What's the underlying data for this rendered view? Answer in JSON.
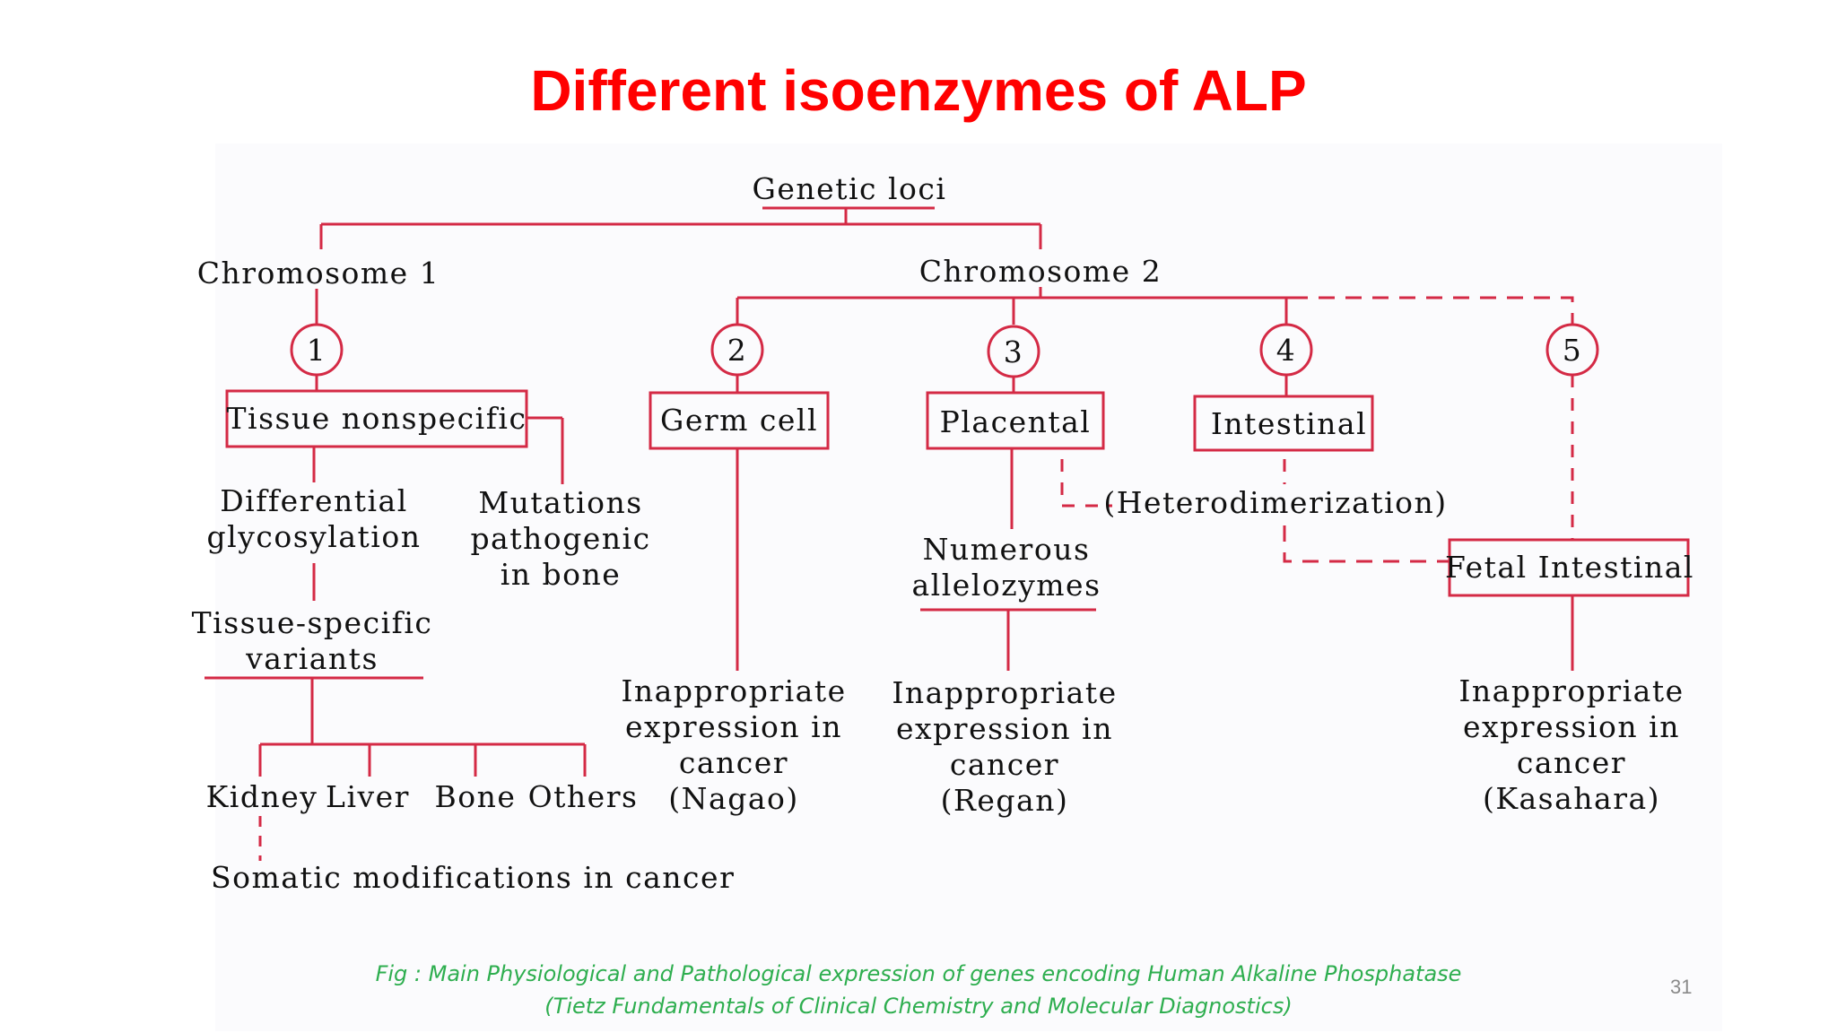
{
  "slide": {
    "title": "Different isoenzymes of ALP",
    "caption_line1": "Fig : Main Physiological and Pathological expression of genes encoding Human Alkaline Phosphatase",
    "caption_line2": "(Tietz Fundamentals of Clinical Chemistry and Molecular Diagnostics)",
    "page_number": "31"
  },
  "colors": {
    "title": "#ff0000",
    "lines": "#d42a45",
    "caption": "#2eae4f"
  },
  "diagram": {
    "root": "Genetic loci",
    "chromosome1": "Chromosome 1",
    "chromosome2": "Chromosome 2",
    "loci": [
      "1",
      "2",
      "3",
      "4",
      "5"
    ],
    "tissue_nonspecific": "Tissue nonspecific",
    "germ_cell": "Germ cell",
    "placental": "Placental",
    "intestinal": "Intestinal",
    "fetal_intestinal": "Fetal Intestinal",
    "differential": [
      "Differential",
      "glycosylation"
    ],
    "mutations": [
      "Mutations",
      "pathogenic",
      "in bone"
    ],
    "tissue_specific": [
      "Tissue-specific",
      "variants"
    ],
    "tissues": [
      "Kidney",
      "Liver",
      "Bone",
      "Others"
    ],
    "somatic": "Somatic modifications in cancer",
    "numerous": [
      "Numerous",
      "allelozymes"
    ],
    "heterodimerization": "(Heterodimerization)",
    "cancer_nagao": [
      "Inappropriate",
      "expression in",
      "cancer",
      "(Nagao)"
    ],
    "cancer_regan": [
      "Inappropriate",
      "expression in",
      "cancer",
      "(Regan)"
    ],
    "cancer_kasahara": [
      "Inappropriate",
      "expression in",
      "cancer",
      "(Kasahara)"
    ]
  }
}
